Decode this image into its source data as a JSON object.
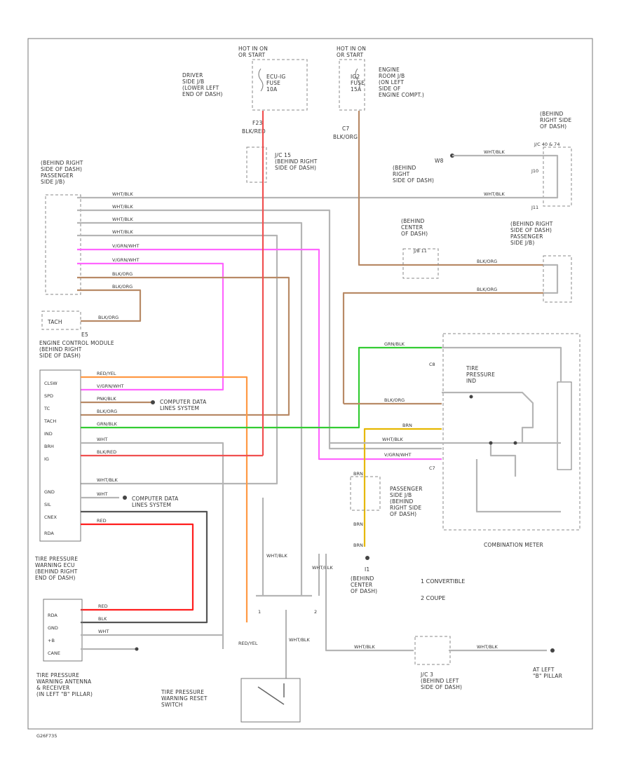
{
  "labels": {
    "hot_l": "HOT IN ON\nOR START",
    "hot_r": "HOT IN ON\nOR START",
    "driver_jb": "DRIVER\nSIDE J/B\n(LOWER LEFT\nEND OF DASH)",
    "ecu_ig_fuse": "ECU-IG\nFUSE\n10A",
    "engine_room_jb": "ENGINE\nROOM J/B\n(ON LEFT\nSIDE OF\nENGINE COMPT.)",
    "ig2_fuse": "IG2\nFUSE\n15A",
    "f23": "F23",
    "c7": "C7",
    "blk_red_top": "BLK/RED",
    "blk_org_top": "BLK/ORG",
    "jc15": "J/C 15\n(BEHIND RIGHT\nSIDE OF DASH)",
    "behind_right_top": "(BEHIND\nRIGHT SIDE\nOF DASH)",
    "jc_ab": "J/C 40 & 74",
    "behind_right_w": "(BEHIND\nRIGHT\nSIDE OF DASH)",
    "w_ground": "W8",
    "j10": "J10",
    "j11": "J11",
    "passenger_jb_top": "(BEHIND RIGHT\nSIDE OF DASH)\nPASSENGER\nSIDE J/B)",
    "behind_center": "(BEHIND\nCENTER\nOF DASH)",
    "jb_ab": "J/B 11",
    "behind_right_ps": "(BEHIND RIGHT\nSIDE OF DASH)\nPASSENGER\nSIDE J/B)",
    "tach": "TACH",
    "e5": "E5",
    "ecm": "ENGINE CONTROL MODULE\n(BEHIND RIGHT\nSIDE OF DASH)",
    "computer_data_1": "COMPUTER DATA\nLINES SYSTEM",
    "computer_data_2": "COMPUTER DATA\nLINES SYSTEM",
    "c8": "C8",
    "tire_pressure_ind": "TIRE\nPRESSURE\nIND",
    "c7b": "C7",
    "passenger_jb_bottom": "PASSENGER\nSIDE J/B\n(BEHIND\nRIGHT SIDE\nOF DASH)",
    "combination_meter": "COMBINATION METER",
    "i1": "I1",
    "behind_center_dash": "(BEHIND\nCENTER\nOF DASH)",
    "convertible": "1  CONVERTIBLE",
    "coupe": "2  COUPE",
    "tpw_ecu": "TIRE PRESSURE\nWARNING ECU\n(BEHIND RIGHT\nEND OF DASH)",
    "tpw_antenna": "TIRE PRESSURE\nWARNING ANTENNA\n& RECEIVER\n(IN LEFT \"B\" PILLAR)",
    "tpw_reset": "TIRE PRESSURE\nWARNING RESET\nSWITCH",
    "jc3": "J/C 3\n(BEHIND LEFT\nSIDE OF DASH)",
    "at_left_b": "AT LEFT\n\"B\" PILLAR",
    "footer_code": "G26F735"
  },
  "ecm_pins": [
    "CLSW",
    "SPD",
    "TC",
    "TACH",
    "IND",
    "BRH",
    "IG",
    "",
    "GND",
    "SIL",
    "CNEX",
    "RDA"
  ],
  "tpw_pins": [
    "RDA",
    "GND",
    "+B",
    "CANE"
  ],
  "wire_labels": {
    "psjb_1": "WHT/BLK",
    "psjb_2": "WHT/BLK",
    "psjb_3": "WHT/BLK",
    "psjb_4": "WHT/BLK",
    "psjb_5": "V/GRN/WHT",
    "psjb_6": "V/GRN/WHT",
    "psjb_7": "BLK/ORG",
    "psjb_8": "BLK/ORG",
    "ecm_clsw": "RED/YEL",
    "ecm_spd": "V/GRN/WHT",
    "ecm_tc": "PNK/BLK",
    "ecm_tach": "BLK/ORG",
    "ecm_ind": "GRN/BLK",
    "ecm_brh": "WHT",
    "ecm_ig": "BLK/RED",
    "ecm_gnd": "WHT/BLK",
    "ecm_sil": "WHT",
    "ecm_rda": "RED",
    "meter_grn": "GRN/BLK",
    "meter_tan": "BLK/ORG",
    "meter_yel": "BRN",
    "meter_wb": "WHT/BLK",
    "meter_pink": "V/GRN/WHT",
    "tpw_rda": "RED",
    "tpw_gnd": "BLK",
    "tpw_b": "WHT",
    "right_wb_top": "WHT/BLK",
    "right_wb_2": "WHT/BLK",
    "ps_blkorg_1": "BLK/ORG",
    "ps_blkorg_2": "BLK/ORG",
    "ps_blkorg_3": "BLK/ORG",
    "tach_label": "BLK/ORG",
    "vert_wb_1": "WHT/BLK",
    "vert_wb_2": "WHT/BLK",
    "reset_red": "RED/YEL",
    "reset_wb": "WHT/BLK",
    "jc3_left": "WHT/BLK",
    "jc3_right": "WHT/BLK",
    "brn_a": "BRN",
    "brn_b": "BRN",
    "brn_c": "BRN"
  },
  "colors": {
    "red": "#f05050",
    "tan": "#b88a66",
    "pink": "#ff66ff",
    "green": "#33cc33",
    "yellow": "#e6b800",
    "orange": "#ff9944",
    "gray": "#9a9a9a"
  }
}
